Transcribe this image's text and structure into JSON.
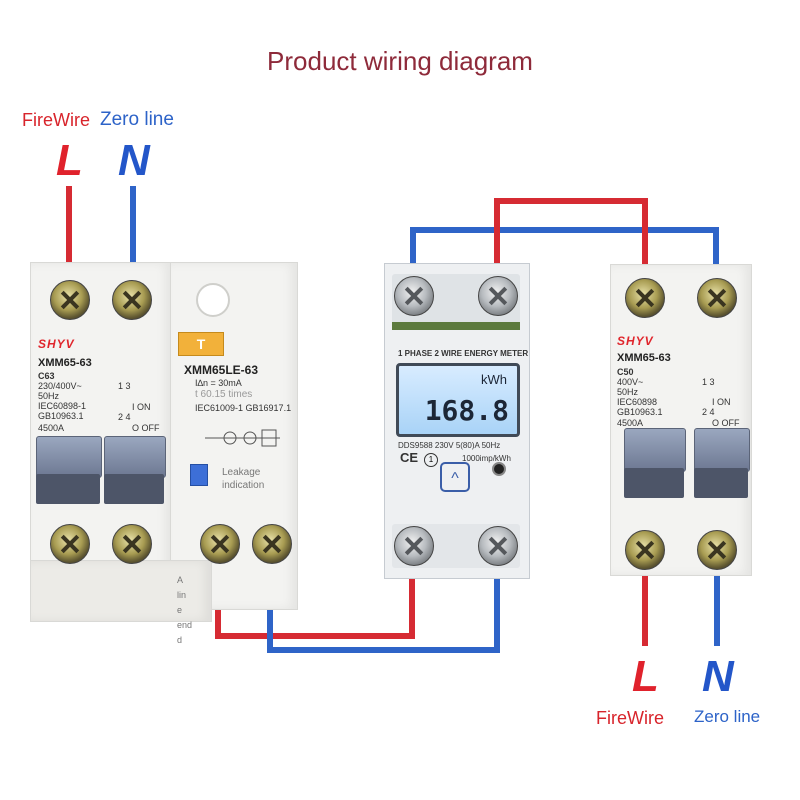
{
  "title": "Product wiring diagram",
  "colors": {
    "live": "#d62b33",
    "neutral": "#2f64c8",
    "title": "#8e2a3a"
  },
  "input": {
    "live_label": "FireWire",
    "neutral_label": "Zero line",
    "live_letter": "L",
    "neutral_letter": "N"
  },
  "output": {
    "live_label": "FireWire",
    "neutral_label": "Zero line",
    "live_letter": "L",
    "neutral_letter": "N"
  },
  "breaker_left": {
    "brand": "SHYV",
    "model": "XMM65-63",
    "rating": "C63",
    "voltage": "230/400V~",
    "freq": "50Hz",
    "std1": "IEC60898-1",
    "std2": "GB10963.1",
    "capacity": "4500A",
    "on": "I ON",
    "off": "O OFF",
    "poles": "1  3",
    "poles2": "2  4"
  },
  "rcd": {
    "tab": "T",
    "model": "XMM65LE-63",
    "trip": "I∆n = 30mA",
    "times": "t 60.15 times",
    "std": "IEC61009-1  GB16917.1",
    "leakage1": "Leakage",
    "leakage2": "indication",
    "side_label": [
      "A",
      "lin",
      "e",
      "end",
      "d"
    ]
  },
  "meter": {
    "header": "1 PHASE 2 WIRE ENERGY METER",
    "unit": "kWh",
    "value": "168.8",
    "spec": "DDS9588  230V  5(80)A  50Hz",
    "imp": "1000imp/kWh"
  },
  "breaker_right": {
    "brand": "SHYV",
    "model": "XMM65-63",
    "rating": "C50",
    "voltage": "400V~",
    "freq": "50Hz",
    "std1": "IEC60898",
    "std2": "GB10963.1",
    "capacity": "4500A",
    "on": "I ON",
    "off": "O OFF",
    "poles": "1  3",
    "poles2": "2  4"
  }
}
